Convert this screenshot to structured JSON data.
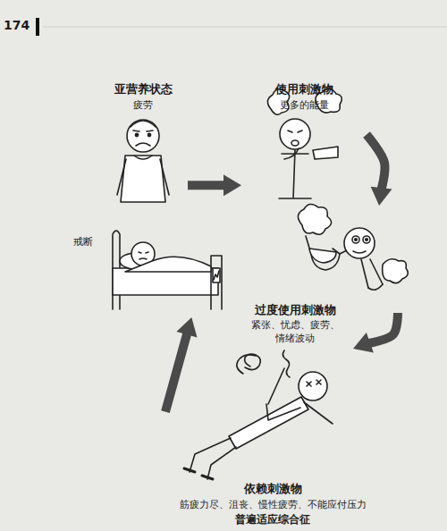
{
  "diagram": {
    "nodes": [
      {
        "text": [
          "亚营养状态",
          "疲劳"
        ]
      },
      {
        "text": [
          "使用刺激物",
          "更多的能量"
        ]
      },
      {
        "text": [
          "过度使用刺激物",
          "紧张、忧虑、疲劳、 情绪波动"
        ]
      },
      {
        "text": [
          "依赖刺激物",
          "筋疲力尽、沮丧、慢性疲劳、不能应付压力",
          "普遍适应综合征"
        ]
      },
      {
        "text": [
          "戒断"
        ]
      }
    ],
    "edges": [
      {
        "from": 0,
        "to": 1,
        "arrow": "to"
      },
      {
        "from": 1,
        "to": 2,
        "arrow": "to"
      },
      {
        "from": 2,
        "to": 3,
        "arrow": "to"
      },
      {
        "from": 3,
        "to": 4,
        "arrow": "to"
      }
    ],
    "labels": [
      "174"
    ]
  }
}
